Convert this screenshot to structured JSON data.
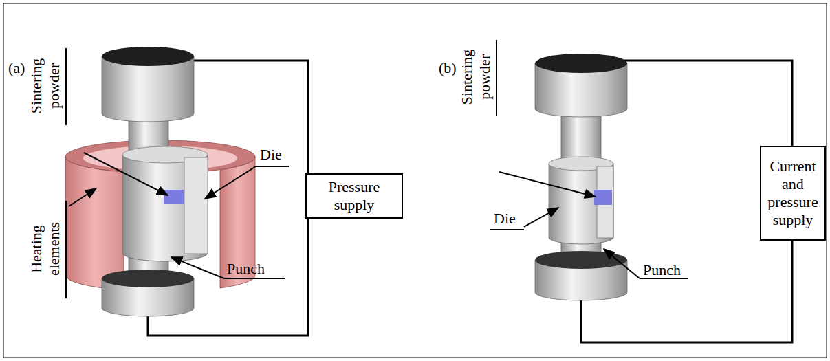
{
  "diagram": {
    "nodes": [
      {
        "text": [
          "Pressure supply"
        ]
      },
      {
        "text": [
          "Current and pressure supply"
        ]
      }
    ],
    "labels": [
      "(a)",
      "Sintering powder",
      "Heating elements",
      "Die",
      "Punch",
      "(b)",
      "Sintering powder",
      "Die",
      "Punch"
    ]
  }
}
